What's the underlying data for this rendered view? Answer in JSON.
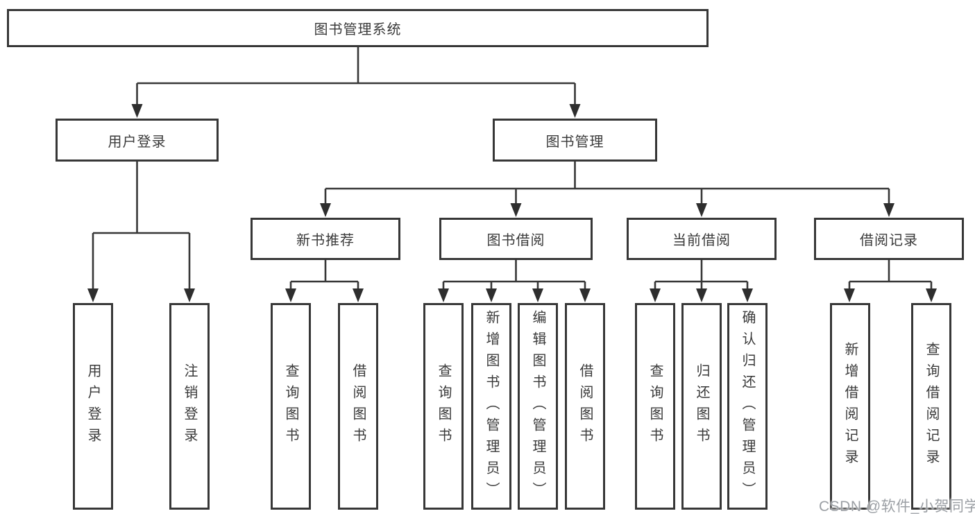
{
  "tree": {
    "root": {
      "label": "图书管理系统"
    },
    "children": [
      {
        "label": "用户登录",
        "children": [
          {
            "label": "用户登录"
          },
          {
            "label": "注销登录"
          }
        ]
      },
      {
        "label": "图书管理",
        "children": [
          {
            "label": "新书推荐",
            "children": [
              {
                "label": "查询图书"
              },
              {
                "label": "借阅图书"
              }
            ]
          },
          {
            "label": "图书借阅",
            "children": [
              {
                "label": "查询图书"
              },
              {
                "label": "新增图书（管理员）"
              },
              {
                "label": "编辑图书（管理员）"
              },
              {
                "label": "借阅图书"
              }
            ]
          },
          {
            "label": "当前借阅",
            "children": [
              {
                "label": "查询图书"
              },
              {
                "label": "归还图书"
              },
              {
                "label": "确认归还（管理员）"
              }
            ]
          },
          {
            "label": "借阅记录",
            "children": [
              {
                "label": "新增借阅记录"
              },
              {
                "label": "查询借阅记录"
              }
            ]
          }
        ]
      }
    ]
  },
  "watermark": {
    "text": "CSDN @软件_小贺同学"
  },
  "colors": {
    "line": "#373737",
    "text": "#3a3a3a",
    "watermark": "#9b9fa4",
    "background": "#ffffff"
  }
}
